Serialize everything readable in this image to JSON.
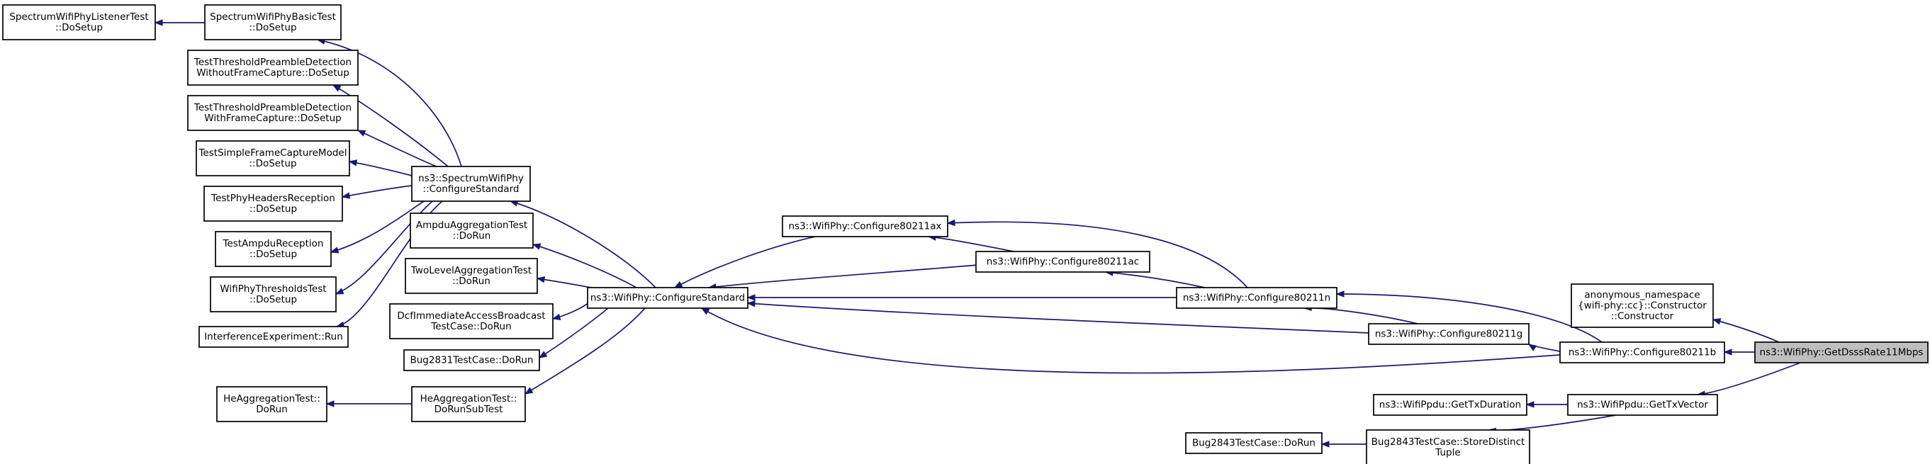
{
  "nodes": [
    {
      "id": "n1",
      "lines": [
        "SpectrumWifiPhyListenerTest",
        "::DoSetup"
      ]
    },
    {
      "id": "n2",
      "lines": [
        "SpectrumWifiPhyBasicTest",
        "::DoSetup"
      ]
    },
    {
      "id": "n3",
      "lines": [
        "TestThresholdPreambleDetection",
        "WithoutFrameCapture::DoSetup"
      ]
    },
    {
      "id": "n4",
      "lines": [
        "TestThresholdPreambleDetection",
        "WithFrameCapture::DoSetup"
      ]
    },
    {
      "id": "n5",
      "lines": [
        "TestSimpleFrameCaptureModel",
        "::DoSetup"
      ]
    },
    {
      "id": "n6",
      "lines": [
        "TestPhyHeadersReception",
        "::DoSetup"
      ]
    },
    {
      "id": "n7",
      "lines": [
        "TestAmpduReception",
        "::DoSetup"
      ]
    },
    {
      "id": "n8",
      "lines": [
        "WifiPhyThresholdsTest",
        "::DoSetup"
      ]
    },
    {
      "id": "n9",
      "lines": [
        "InterferenceExperiment::Run"
      ]
    },
    {
      "id": "n10",
      "lines": [
        "HeAggregationTest::",
        "DoRun"
      ]
    },
    {
      "id": "n11",
      "lines": [
        "ns3::SpectrumWifiPhy",
        "::ConfigureStandard"
      ]
    },
    {
      "id": "n12",
      "lines": [
        "AmpduAggregationTest",
        "::DoRun"
      ]
    },
    {
      "id": "n13",
      "lines": [
        "TwoLevelAggregationTest",
        "::DoRun"
      ]
    },
    {
      "id": "n14",
      "lines": [
        "DcfImmediateAccessBroadcast",
        "TestCase::DoRun"
      ]
    },
    {
      "id": "n15",
      "lines": [
        "Bug2831TestCase::DoRun"
      ]
    },
    {
      "id": "n16",
      "lines": [
        "HeAggregationTest::",
        "DoRunSubTest"
      ]
    },
    {
      "id": "n17",
      "lines": [
        "ns3::WifiPhy::ConfigureStandard"
      ]
    },
    {
      "id": "n18",
      "lines": [
        "ns3::WifiPhy::Configure80211ax"
      ]
    },
    {
      "id": "n19",
      "lines": [
        "ns3::WifiPhy::Configure80211ac"
      ]
    },
    {
      "id": "n20",
      "lines": [
        "ns3::WifiPhy::Configure80211n"
      ]
    },
    {
      "id": "n21",
      "lines": [
        "ns3::WifiPhy::Configure80211g"
      ]
    },
    {
      "id": "n22",
      "lines": [
        "Bug2843TestCase::DoRun"
      ]
    },
    {
      "id": "n23",
      "lines": [
        "Bug2843TestCase::StoreDistinct",
        "Tuple"
      ]
    },
    {
      "id": "n24",
      "lines": [
        "ns3::WifiPpdu::GetTxDuration"
      ]
    },
    {
      "id": "n25",
      "lines": [
        "anonymous_namespace",
        "{wifi-phy::cc}::Constructor",
        "::Constructor"
      ]
    },
    {
      "id": "n26",
      "lines": [
        "ns3::WifiPhy::Configure80211b"
      ]
    },
    {
      "id": "n27",
      "lines": [
        "ns3::WifiPpdu::GetTxVector"
      ]
    },
    {
      "id": "n28",
      "lines": [
        "ns3::WifiPhy::GetDsssRate11Mbps"
      ]
    }
  ],
  "edges": [
    {
      "from": "n2",
      "to": "n1"
    },
    {
      "from": "n11",
      "to": "n2"
    },
    {
      "from": "n11",
      "to": "n3"
    },
    {
      "from": "n11",
      "to": "n4"
    },
    {
      "from": "n11",
      "to": "n5"
    },
    {
      "from": "n11",
      "to": "n6"
    },
    {
      "from": "n11",
      "to": "n7"
    },
    {
      "from": "n11",
      "to": "n8"
    },
    {
      "from": "n11",
      "to": "n9"
    },
    {
      "from": "n16",
      "to": "n10"
    },
    {
      "from": "n17",
      "to": "n11"
    },
    {
      "from": "n17",
      "to": "n12"
    },
    {
      "from": "n17",
      "to": "n13"
    },
    {
      "from": "n17",
      "to": "n14"
    },
    {
      "from": "n17",
      "to": "n15"
    },
    {
      "from": "n17",
      "to": "n16"
    },
    {
      "from": "n18",
      "to": "n17"
    },
    {
      "from": "n19",
      "to": "n17"
    },
    {
      "from": "n20",
      "to": "n17"
    },
    {
      "from": "n21",
      "to": "n17"
    },
    {
      "from": "n26",
      "to": "n17"
    },
    {
      "from": "n19",
      "to": "n18"
    },
    {
      "from": "n20",
      "to": "n18"
    },
    {
      "from": "n20",
      "to": "n19"
    },
    {
      "from": "n21",
      "to": "n20"
    },
    {
      "from": "n26",
      "to": "n20"
    },
    {
      "from": "n26",
      "to": "n21"
    },
    {
      "from": "n23",
      "to": "n22"
    },
    {
      "from": "n27",
      "to": "n23"
    },
    {
      "from": "n27",
      "to": "n24"
    },
    {
      "from": "n28",
      "to": "n25"
    },
    {
      "from": "n28",
      "to": "n26"
    },
    {
      "from": "n28",
      "to": "n27"
    }
  ],
  "highlight_node": "n28",
  "colors": {
    "edge": "#191970",
    "focus_fill": "#bfbfbf",
    "node_border": "#000000"
  }
}
